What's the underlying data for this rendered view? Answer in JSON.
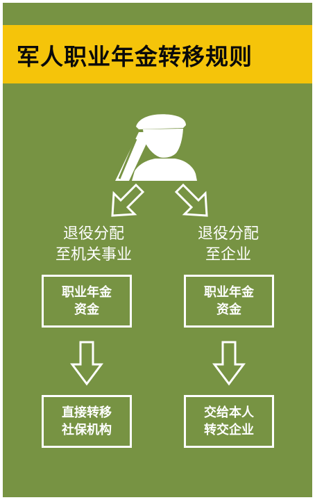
{
  "title": "军人职业年金转移规则",
  "colors": {
    "background": "#779343",
    "title_bar": "#f5c40a",
    "foreground": "#ffffff"
  },
  "icons": {
    "person": "saluting-soldier-icon",
    "split": "diagonal-outline-arrow-icon",
    "flow": "down-outline-arrow-icon"
  },
  "left": {
    "label_line1": "退役分配",
    "label_line2": "至机关事业",
    "box1_line1": "职业年金",
    "box1_line2": "资金",
    "box2_line1": "直接转移",
    "box2_line2": "社保机构"
  },
  "right": {
    "label_line1": "退役分配",
    "label_line2": "至企业",
    "box1_line1": "职业年金",
    "box1_line2": "资金",
    "box2_line1": "交给本人",
    "box2_line2": "转交企业"
  }
}
